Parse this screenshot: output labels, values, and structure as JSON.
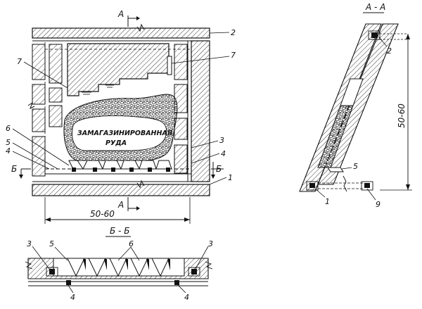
{
  "labels": {
    "n1": "1",
    "n2": "2",
    "n3": "3",
    "n4": "4",
    "n5": "5",
    "n6": "6",
    "n7": "7",
    "n9": "9"
  },
  "ore_text": {
    "line1": "ЗАМАГАЗИНИРОВАННАЯ",
    "line2": "РУДА"
  },
  "sections": {
    "aa": "А - А",
    "bb": "Б - Б",
    "a": "А",
    "b": "Б"
  },
  "dimensions": {
    "width": "50-60",
    "height": "50-60"
  }
}
